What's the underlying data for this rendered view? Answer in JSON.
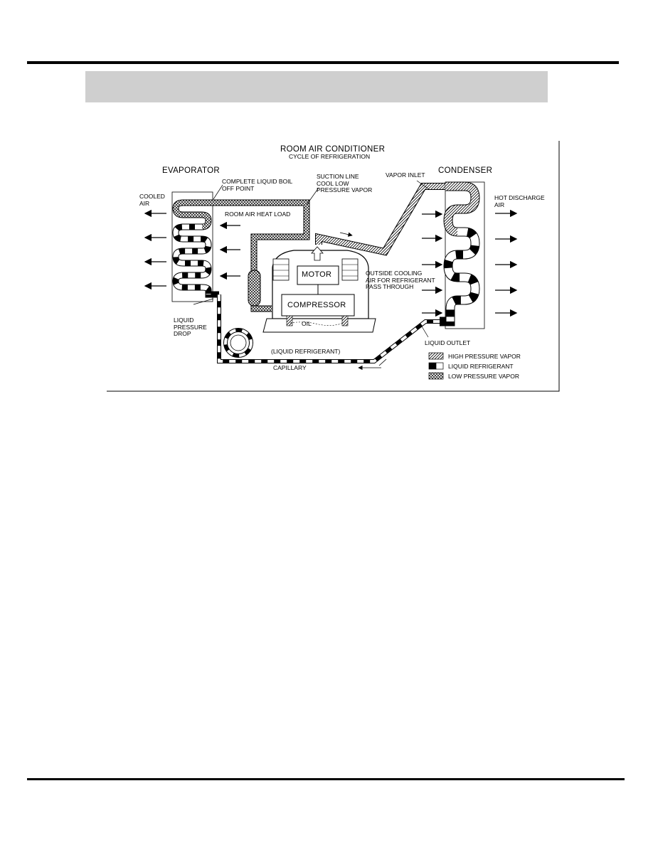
{
  "page": {
    "header_band_text": ""
  },
  "diagram": {
    "title": "ROOM AIR CONDITIONER",
    "subtitle": "CYCLE OF REFRIGERATION",
    "evaporator": "EVAPORATOR",
    "condenser": "CONDENSER",
    "cooled_air": "COOLED\nAIR",
    "complete_liquid_boil": "COMPLETE LIQUID BOIL\nOFF POINT",
    "suction_line": "SUCTION LINE\nCOOL LOW\nPRESSURE VAPOR",
    "vapor_inlet": "VAPOR INLET",
    "hot_discharge_air": "HOT DISCHARGE\nAIR",
    "room_air_heat_load": "ROOM AIR HEAT LOAD",
    "motor": "MOTOR",
    "compressor": "COMPRESSOR",
    "oil": "OIL",
    "outside_cooling_air": "OUTSIDE COOLING\nAIR FOR REFRIGERANT\nPASS THROUGH",
    "liquid_pressure_drop": "LIQUID\nPRESSURE\nDROP",
    "liquid_refrigerant_line": "(LIQUID REFRIGERANT)",
    "capillary": "CAPILLARY",
    "liquid_outlet": "LIQUID OUTLET",
    "legend": [
      {
        "label": "HIGH PRESSURE VAPOR",
        "pattern": "diagonal-hatch"
      },
      {
        "label": "LIQUID REFRIGERANT",
        "pattern": "solid-black-white"
      },
      {
        "label": "LOW PRESSURE VAPOR",
        "pattern": "crosshatch"
      }
    ]
  }
}
